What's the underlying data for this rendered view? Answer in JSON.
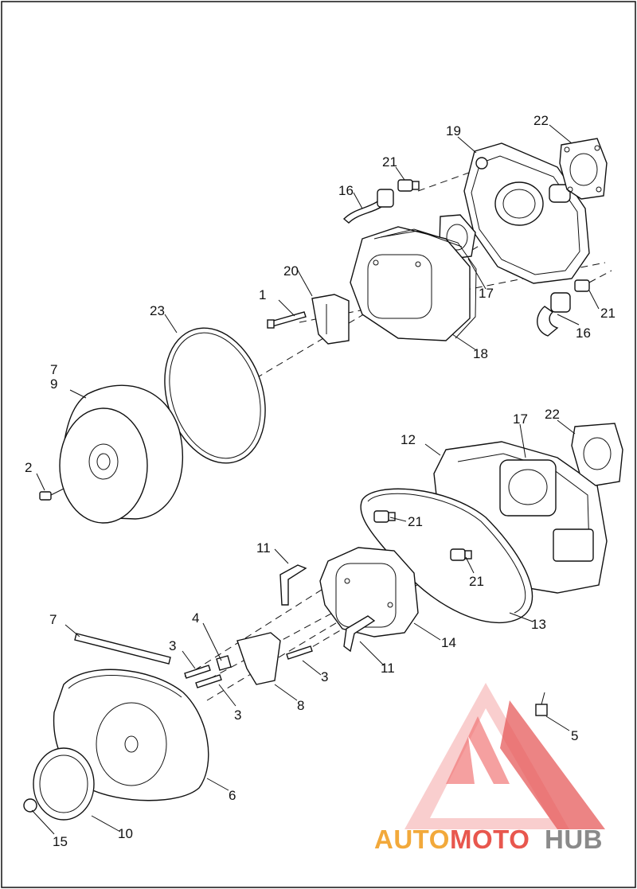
{
  "callouts": {
    "c1": "1",
    "c2": "2",
    "c3a": "3",
    "c3b": "3",
    "c3c": "3",
    "c4": "4",
    "c5": "5",
    "c6": "6",
    "c7a": "7",
    "c7b": "7",
    "c8": "8",
    "c9": "9",
    "c10": "10",
    "c11a": "11",
    "c11b": "11",
    "c12": "12",
    "c13": "13",
    "c14": "14",
    "c15": "15",
    "c16a": "16",
    "c16b": "16",
    "c17a": "17",
    "c17b": "17",
    "c18": "18",
    "c19": "19",
    "c20": "20",
    "c21a": "21",
    "c21b": "21",
    "c21c": "21",
    "c21d": "21",
    "c22a": "22",
    "c22b": "22",
    "c23": "23"
  },
  "watermark": {
    "part1": "AUTO",
    "part2": "MOTO",
    "part3": "HUB",
    "color_light": "#f2a93b",
    "color_red": "#e8574e",
    "color_grey": "#8a8a8a"
  }
}
